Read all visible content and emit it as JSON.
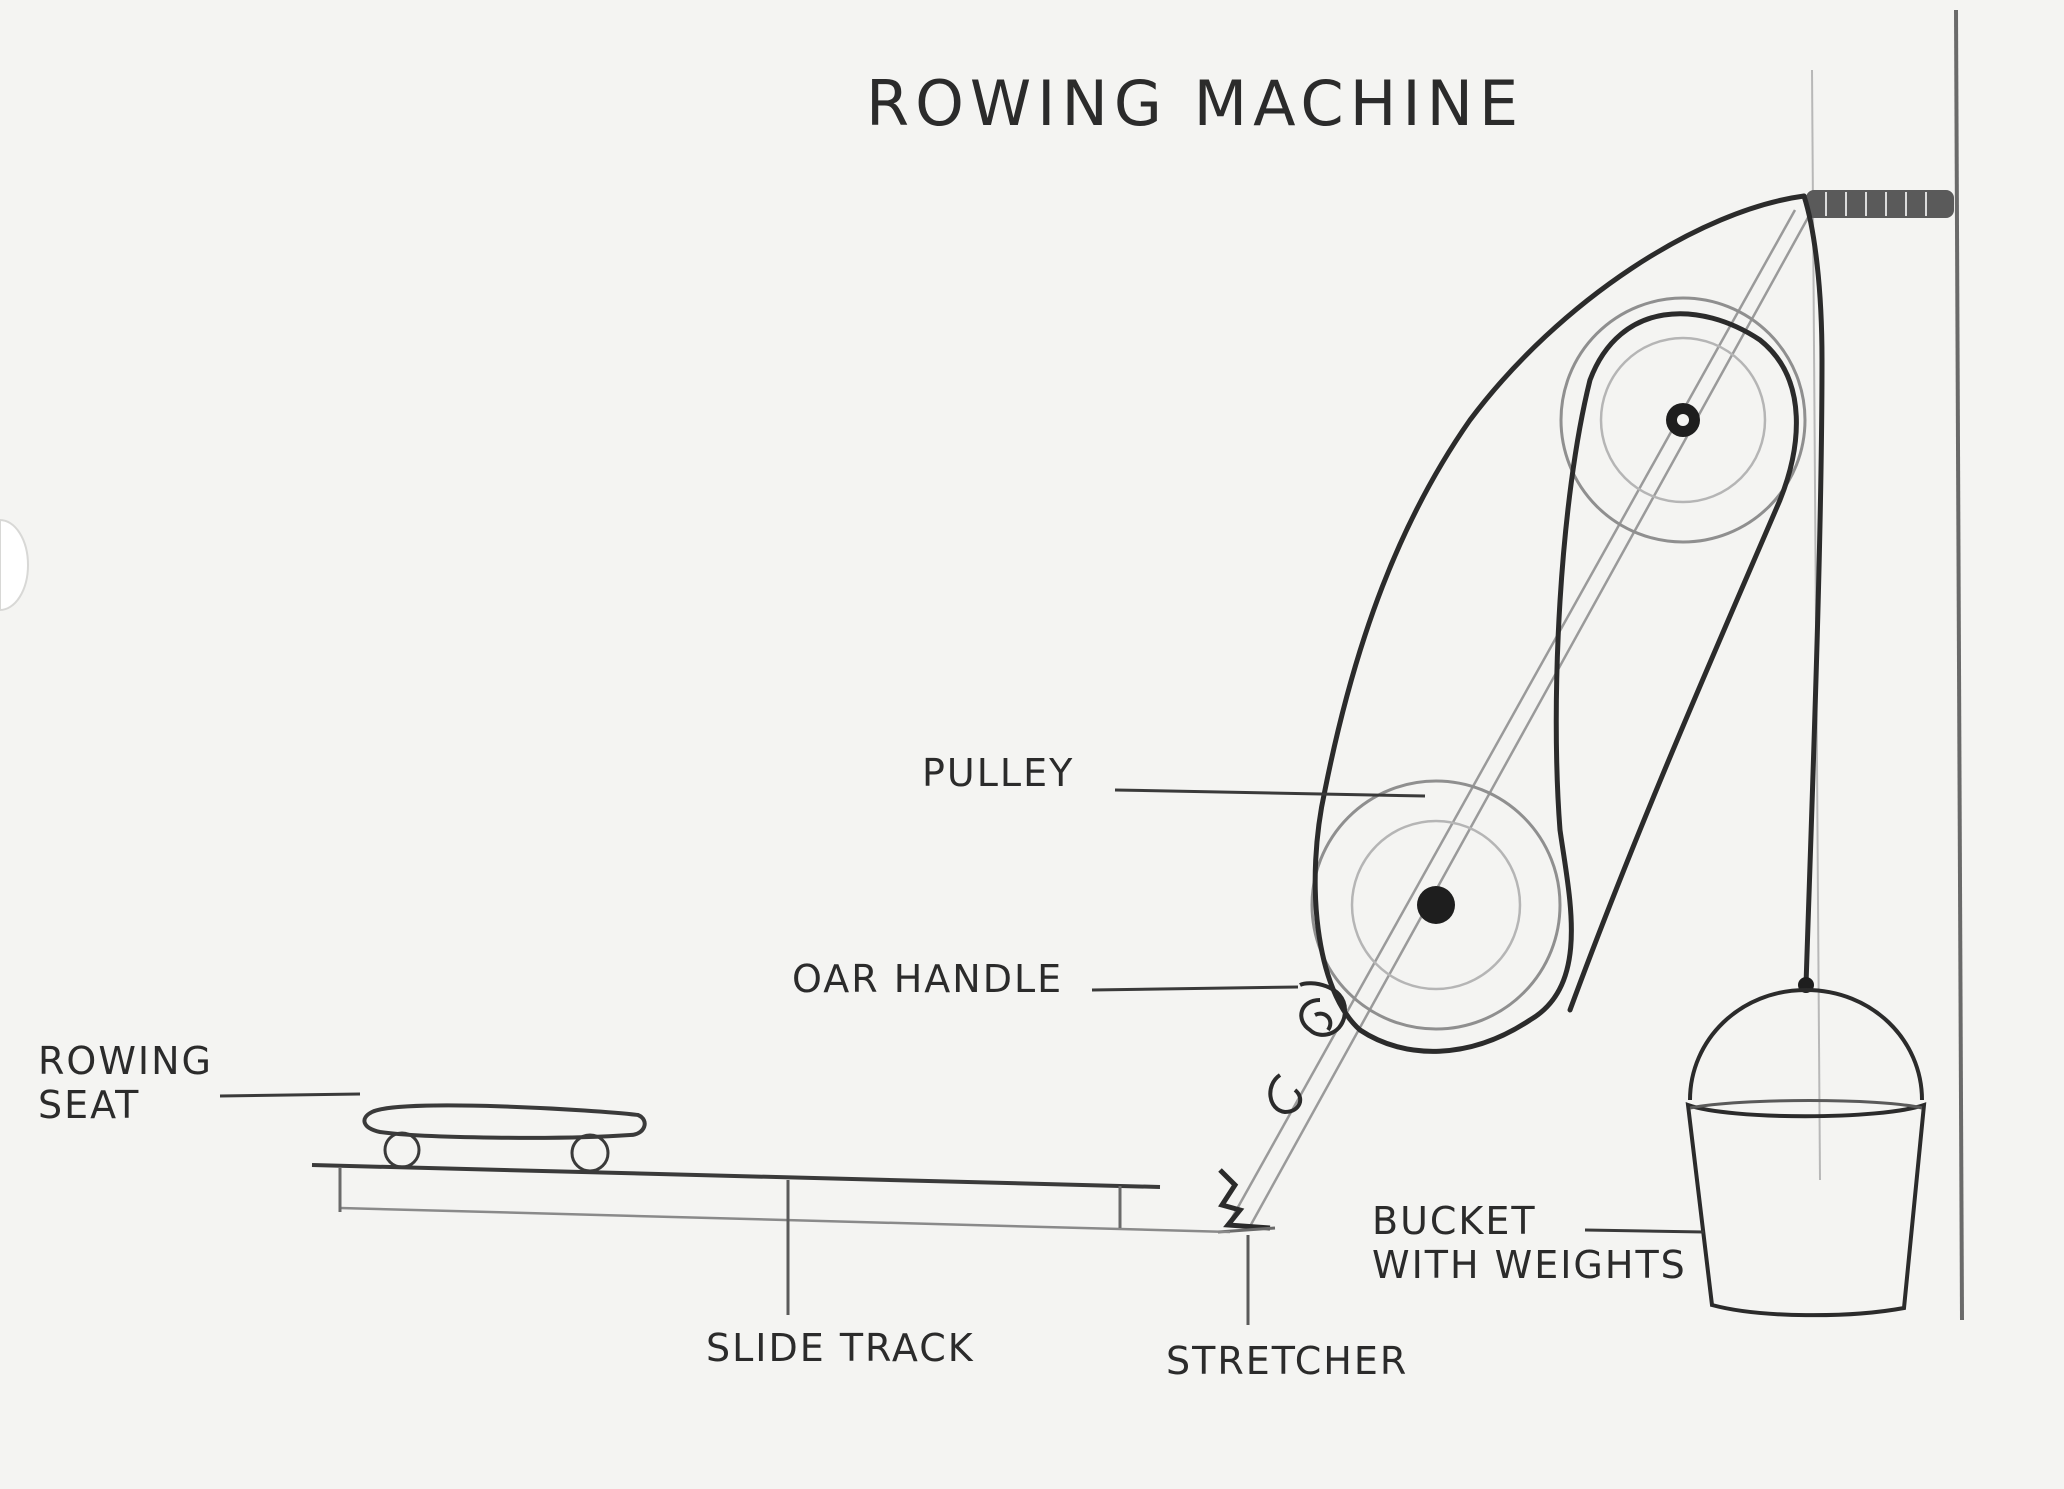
{
  "diagram": {
    "title": "Rowing Machine",
    "labels": {
      "pulley": "Pulley",
      "oar_handle": "Oar Handle",
      "rowing_seat": "Rowing\nSeat",
      "slide_track": "Slide Track",
      "stretcher": "Stretcher",
      "bucket": "Bucket\nwith weights"
    }
  },
  "colors": {
    "ink": "#2b2b2b",
    "pencil": "#9a9a9a",
    "paper": "#f4f4f2"
  }
}
